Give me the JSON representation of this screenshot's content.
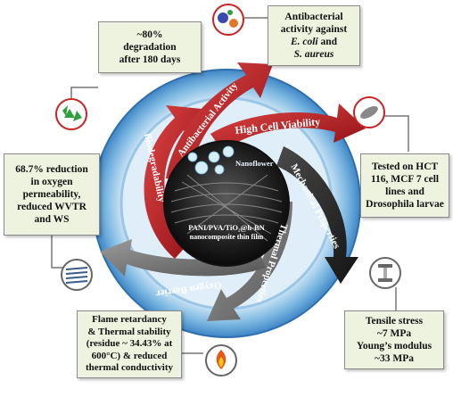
{
  "center": {
    "label_nanoflower": "Nanoflower",
    "film_line1": "PANI/PVA/TiO₂@h-BN",
    "film_line2": "nanocomposite thin film"
  },
  "arrows": [
    {
      "id": "biodegradability",
      "label": "Biodegradability",
      "color": "#b3181c"
    },
    {
      "id": "antibacterial",
      "label": "Antibacterial Activity",
      "color": "#c42a2a"
    },
    {
      "id": "cell-viability",
      "label": "High Cell Viability",
      "color": "#d23a3a"
    },
    {
      "id": "mechanical",
      "label": "Mechanical Properties",
      "color": "#2b2b2b"
    },
    {
      "id": "thermal",
      "label": "Thermal Properties",
      "color": "#6a6a6a"
    },
    {
      "id": "oxygen",
      "label": "Oxygen Barrier",
      "color": "#7c7c7c"
    }
  ],
  "boxes": {
    "degradation": {
      "line1": "~80%",
      "line2": "degradation",
      "line3": "after 180 days"
    },
    "antibacterial": {
      "line1": "Antibacterial",
      "line2": "activity against",
      "line3": "E. coli",
      "line3b": " and",
      "line4": "S. aureus"
    },
    "cells": {
      "line1": "Tested on HCT",
      "line2": "116, MCF 7 cell",
      "line3": "lines and",
      "line4": "Drosophila larvae"
    },
    "oxygen": {
      "line1": "68.7% reduction",
      "line2": "in oxygen",
      "line3": "permeability,",
      "line4": "reduced WVTR",
      "line5": "and WS"
    },
    "thermal": {
      "line1": "Flame retardancy",
      "line2": "& Thermal stability",
      "line3": "(residue ~ 34.43% at",
      "line4": "600°C) & reduced",
      "line5": "thermal conductivity"
    },
    "mechanical": {
      "line1": "Tensile stress",
      "line2": "~7 MPa",
      "line3": "Young’s modulus",
      "line4": "~33 MPa"
    }
  },
  "icons": {
    "recycle": "recycle-icon",
    "bacteria": "bacteria-icon",
    "cell": "cell-icon",
    "film": "film-layers-icon",
    "flame": "flame-icon",
    "tensile": "tensile-test-icon"
  },
  "colors": {
    "box_fill": "#eef3df",
    "ring_outer": "#8ec3e6",
    "ring_inner": "#5aa0d6",
    "red": "#c0201f",
    "dark": "#2b2b2b",
    "grey": "#7a7a7a"
  }
}
